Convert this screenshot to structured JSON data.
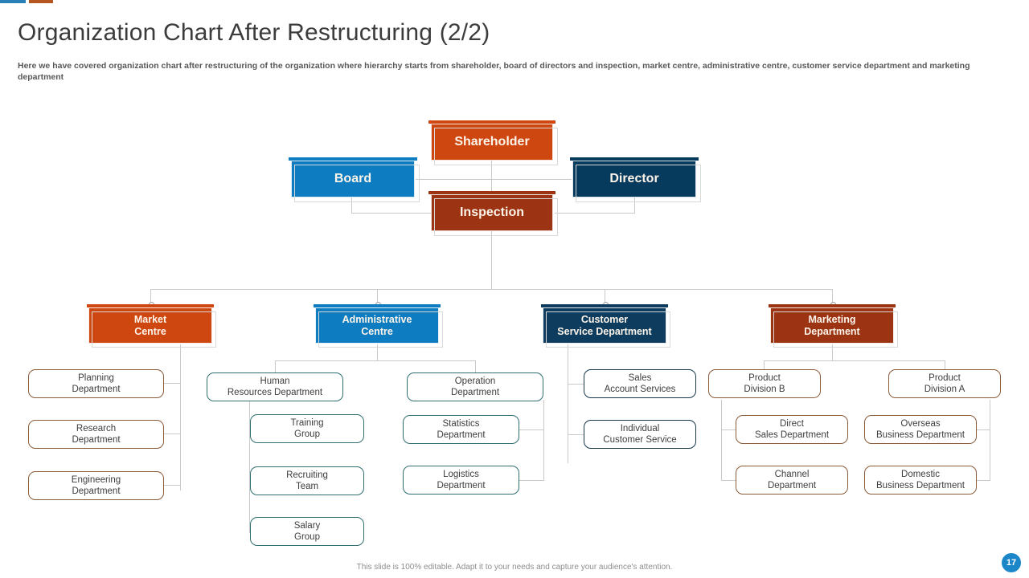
{
  "accents": {
    "blue": "#2a7fb5",
    "orange": "#b5551f"
  },
  "header": {
    "title": "Organization Chart After Restructuring (2/2)",
    "subtitle": "Here we have covered organization chart after restructuring of the organization where hierarchy starts from shareholder, board of directors and inspection, market centre, administrative centre, customer service department and marketing department"
  },
  "colors": {
    "shareholder": "#cf4710",
    "inspection": "#9c3312",
    "board": "#0d7cc1",
    "director": "#073b5e",
    "market": "#cf4710",
    "administrative": "#0d7cc1",
    "customer": "#0d3c5e",
    "marketing": "#9c3312",
    "leaf_brown": "#8a5b38",
    "leaf_teal": "#2f6f70",
    "leaf_navy": "#17384f",
    "connector": "#c9c9c9",
    "badge": "#1b86c8"
  },
  "top": {
    "shareholder": "Shareholder",
    "board": "Board",
    "director": "Director",
    "inspection": "Inspection"
  },
  "departments": [
    {
      "id": "market",
      "label": "Market\nCentre"
    },
    {
      "id": "administrative",
      "label": "Administrative\nCentre"
    },
    {
      "id": "customer",
      "label": "Customer\nService Department"
    },
    {
      "id": "marketing",
      "label": "Marketing\nDepartment"
    }
  ],
  "department_labels": {
    "market_l1": "Market",
    "market_l2": "Centre",
    "administrative_l1": "Administrative",
    "administrative_l2": "Centre",
    "customer_l1": "Customer",
    "customer_l2": "Service Department",
    "marketing_l1": "Marketing",
    "marketing_l2": "Department"
  },
  "leaves": {
    "planning_l1": "Planning",
    "planning_l2": "Department",
    "research_l1": "Research",
    "research_l2": "Department",
    "engineering_l1": "Engineering",
    "engineering_l2": "Department",
    "hr_l1": "Human",
    "hr_l2": "Resources Department",
    "training_l1": "Training",
    "training_l2": "Group",
    "recruiting_l1": "Recruiting",
    "recruiting_l2": "Team",
    "salary_l1": "Salary",
    "salary_l2": "Group",
    "operation_l1": "Operation",
    "operation_l2": "Department",
    "statistics_l1": "Statistics",
    "statistics_l2": "Department",
    "logistics_l1": "Logistics",
    "logistics_l2": "Department",
    "sales_account_l1": "Sales",
    "sales_account_l2": "Account Services",
    "individual_l1": "Individual",
    "individual_l2": "Customer Service",
    "proddiv_b_l1": "Product",
    "proddiv_b_l2": "Division  B",
    "direct_sales_l1": "Direct",
    "direct_sales_l2": "Sales Department",
    "channel_l1": "Channel",
    "channel_l2": "Department",
    "proddiv_a_l1": "Product",
    "proddiv_a_l2": "Division  A",
    "overseas_l1": "Overseas",
    "overseas_l2": "Business Department",
    "domestic_l1": "Domestic",
    "domestic_l2": "Business Department"
  },
  "footer": {
    "note": "This slide is 100% editable. Adapt it to your needs and capture your audience's attention.",
    "page_number": "17"
  }
}
